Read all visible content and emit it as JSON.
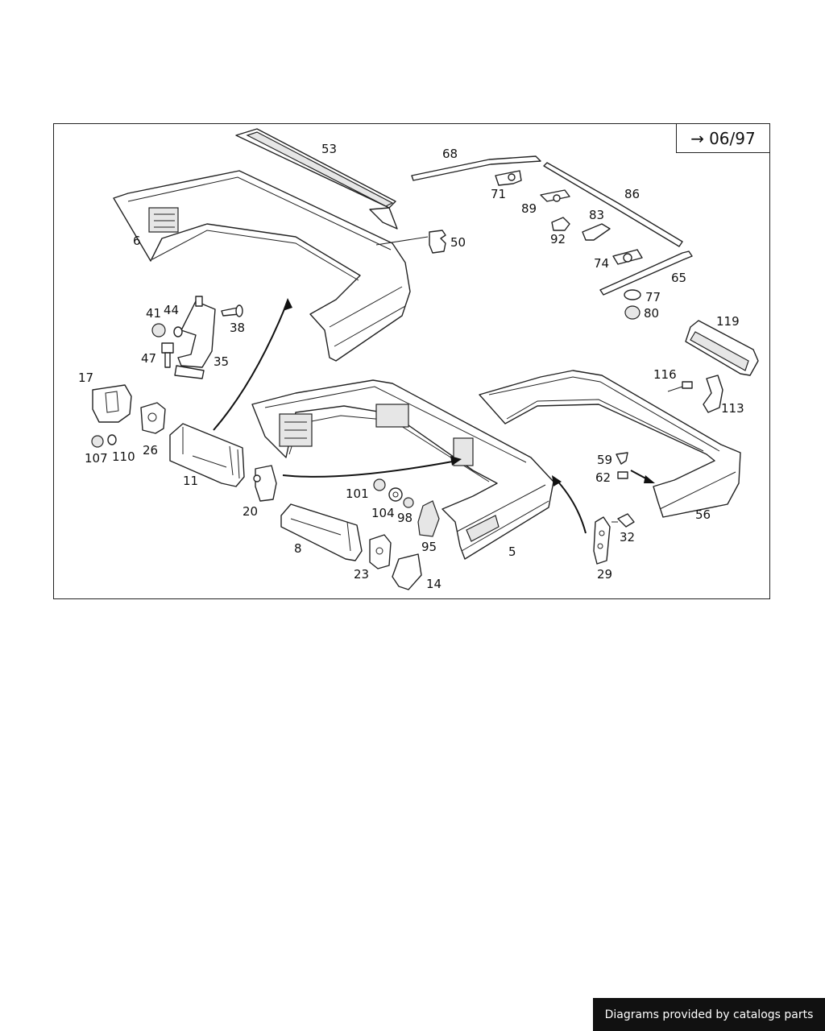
{
  "validity": {
    "arrow_symbol": "→",
    "date": "06/97"
  },
  "footer": {
    "credit": "Diagrams provided by catalogs parts"
  },
  "callouts": {
    "p53": "53",
    "p68": "68",
    "p71": "71",
    "p86": "86",
    "p89": "89",
    "p83": "83",
    "p92": "92",
    "p6": "6",
    "p50": "50",
    "p74": "74",
    "p65": "65",
    "p77": "77",
    "p80": "80",
    "p41": "41",
    "p44": "44",
    "p38": "38",
    "p47": "47",
    "p35": "35",
    "p119": "119",
    "p17": "17",
    "p116": "116",
    "p113": "113",
    "p26": "26",
    "p107": "107",
    "p110": "110",
    "p11": "11",
    "p59": "59",
    "p62": "62",
    "p101": "101",
    "p20": "20",
    "p104": "104",
    "p98": "98",
    "p56": "56",
    "p32": "32",
    "p8": "8",
    "p95": "95",
    "p5": "5",
    "p23": "23",
    "p14": "14",
    "p29": "29"
  }
}
